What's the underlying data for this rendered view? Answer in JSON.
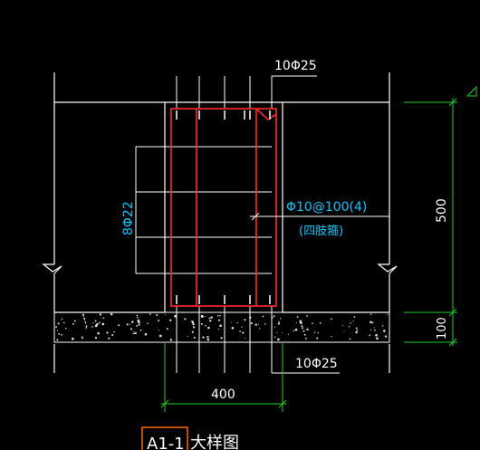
{
  "labels": {
    "top_rebar": "10Φ25",
    "bottom_rebar": "10Φ25",
    "side_rebar": "8Φ22",
    "stirrup": "Φ10@100(4)",
    "stirrup_note": "(四肢箍)",
    "dim_width": "400",
    "dim_height": "500",
    "dim_slab": "100",
    "title_box": "A1-1",
    "title_rest": "大样图"
  },
  "colors": {
    "background": "#000000",
    "outline": "#ffffff",
    "rebar": "#ff2a2a",
    "dimension": "#22cc22",
    "cyan_text": "#00c8ff",
    "title_box": "#ff6a00"
  }
}
